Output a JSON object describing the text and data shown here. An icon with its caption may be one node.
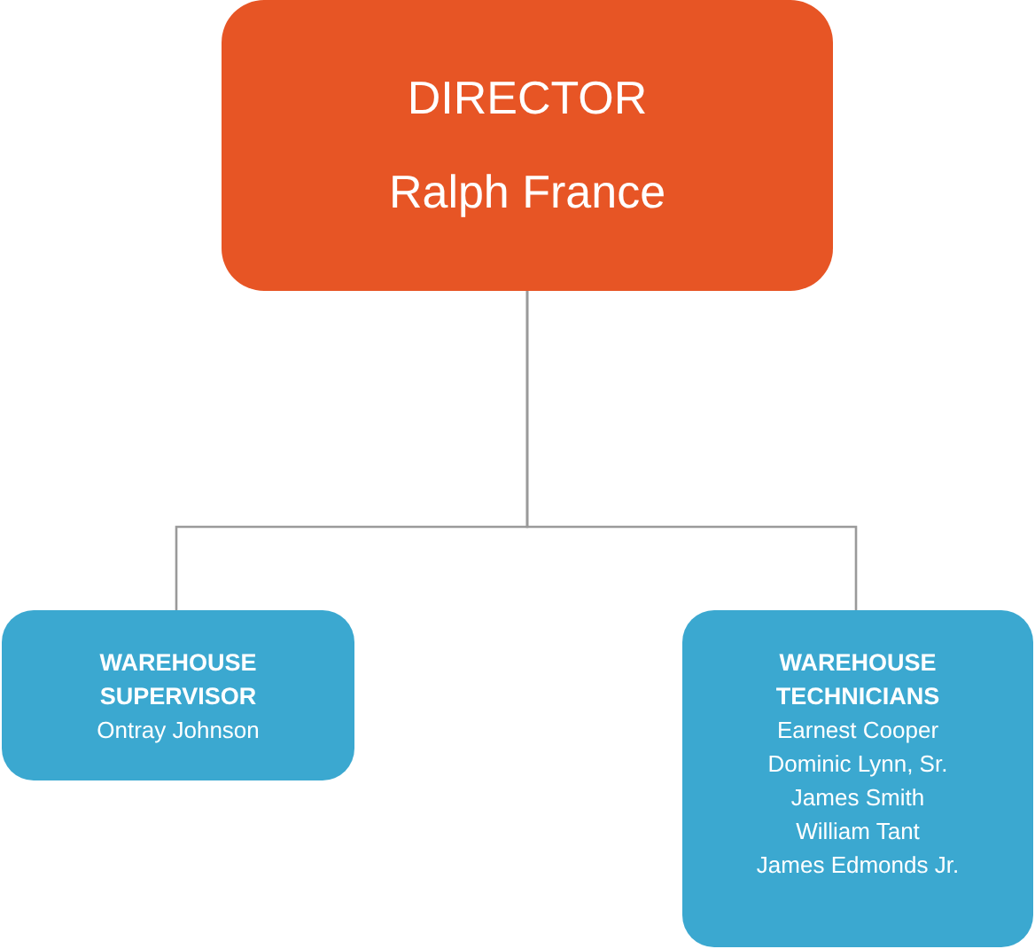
{
  "diagram": {
    "nodes": [
      {
        "text": [
          "DIRECTOR",
          "Ralph France"
        ]
      },
      {
        "text": [
          "WAREHOUSE SUPERVISOR",
          "Ontray Johnson"
        ]
      },
      {
        "text": [
          "WAREHOUSE TECHNICIANS",
          "Earnest Cooper",
          "Dominic Lynn, Sr.",
          "James Smith",
          "William Tant",
          "James Edmonds Jr."
        ]
      }
    ],
    "edges": [
      {
        "from": 0,
        "to": 1,
        "arrow": "none"
      },
      {
        "from": 0,
        "to": 2,
        "arrow": "none"
      }
    ]
  }
}
